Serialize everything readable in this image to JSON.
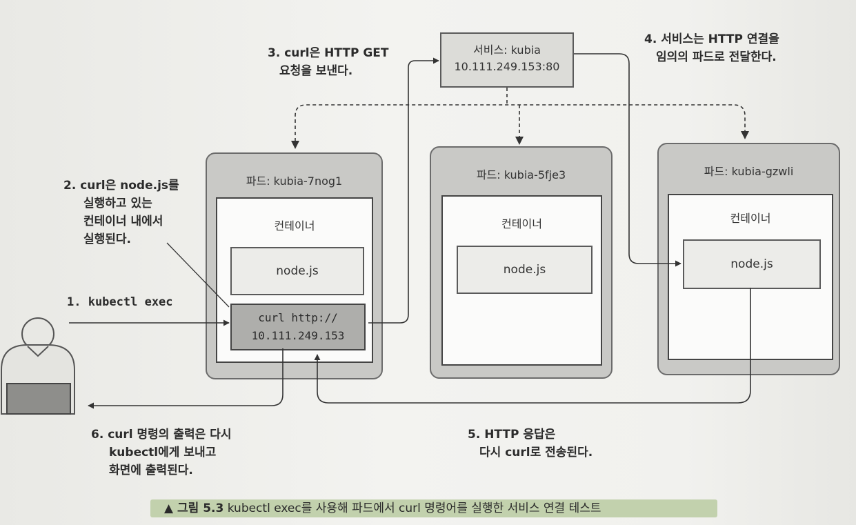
{
  "service": {
    "title": "서비스: kubia",
    "ip": "10.111.249.153:80"
  },
  "pods": [
    {
      "label": "파드: kubia-7nog1",
      "container_label": "컨테이너",
      "node_label": "node.js"
    },
    {
      "label": "파드: kubia-5fje3",
      "container_label": "컨테이너",
      "node_label": "node.js"
    },
    {
      "label": "파드: kubia-gzwli",
      "container_label": "컨테이너",
      "node_label": "node.js"
    }
  ],
  "curl_box": {
    "line1": "curl http://",
    "line2": "10.111.249.153"
  },
  "notes": {
    "step1": "1. kubectl exec",
    "step2": [
      "2. curl은 node.js를",
      "실행하고 있는",
      "컨테이너 내에서",
      "실행된다."
    ],
    "step3": [
      "3. curl은 HTTP GET",
      "요청을 보낸다."
    ],
    "step4": [
      "4. 서비스는 HTTP 연결을",
      "임의의 파드로 전달한다."
    ],
    "step5": [
      "5. HTTP 응답은",
      "다시 curl로 전송된다."
    ],
    "step6": [
      "6. curl 명령의 출력은 다시",
      "kubectl에게 보내고",
      "화면에 출력된다."
    ]
  },
  "caption": {
    "prefix": "▲ 그림 5.3",
    "text": "kubectl exec를 사용해 파드에서 curl 명령어를 실행한 서비스 연결 테스트"
  },
  "colors": {
    "pod_fill": "#c9c9c6",
    "container_fill": "#fbfbfa",
    "curl_fill": "#aeaeab",
    "caption_highlight": "#c2d1ad"
  }
}
